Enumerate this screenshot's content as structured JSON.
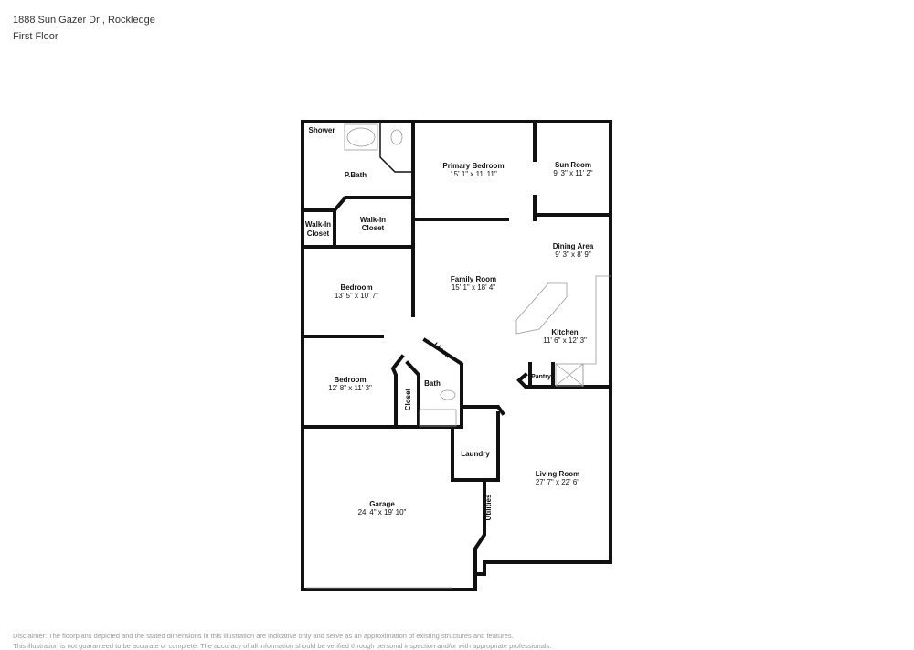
{
  "header": {
    "address": "1888 Sun Gazer Dr , Rockledge",
    "floor": "First Floor"
  },
  "rooms": {
    "shower": {
      "name": "Shower"
    },
    "pbath": {
      "name": "P.Bath"
    },
    "walkin1": {
      "name": "Walk-In",
      "name2": "Closet"
    },
    "walkin2": {
      "name": "Walk-In",
      "name2": "Closet"
    },
    "primary": {
      "name": "Primary Bedroom",
      "dims": "15' 1\" x 11' 11\""
    },
    "sunroom": {
      "name": "Sun Room",
      "dims": "9' 3\" x 11' 2\""
    },
    "dining": {
      "name": "Dining Area",
      "dims": "9' 3\" x 8' 9\""
    },
    "family": {
      "name": "Family Room",
      "dims": "15' 1\" x 18' 4\""
    },
    "bedroom1": {
      "name": "Bedroom",
      "dims": "13' 5\" x 10' 7\""
    },
    "kitchen": {
      "name": "Kitchen",
      "dims": "11' 6\" x 12' 3\""
    },
    "linen": {
      "name": "Linen"
    },
    "pantry": {
      "name": "Pantry"
    },
    "bedroom2": {
      "name": "Bedroom",
      "dims": "12' 8\" x 11' 3\""
    },
    "closet": {
      "name": "Closet"
    },
    "bath": {
      "name": "Bath"
    },
    "laundry": {
      "name": "Laundry"
    },
    "living": {
      "name": "Living Room",
      "dims": "27' 7\" x 22' 6\""
    },
    "utilities": {
      "name": "Utilities"
    },
    "garage": {
      "name": "Garage",
      "dims": "24' 4\" x 19' 10\""
    }
  },
  "disclaimer": {
    "line1": "Disclaimer: The floorplans depicted and the stated dimensions in this illustration are indicative only and serve as an approximation of existing structures and features.",
    "line2": "This illustration is not guaranteed to be accurate or complete. The accuracy of all information should be verified through personal inspection and/or with appropriate professionals."
  }
}
